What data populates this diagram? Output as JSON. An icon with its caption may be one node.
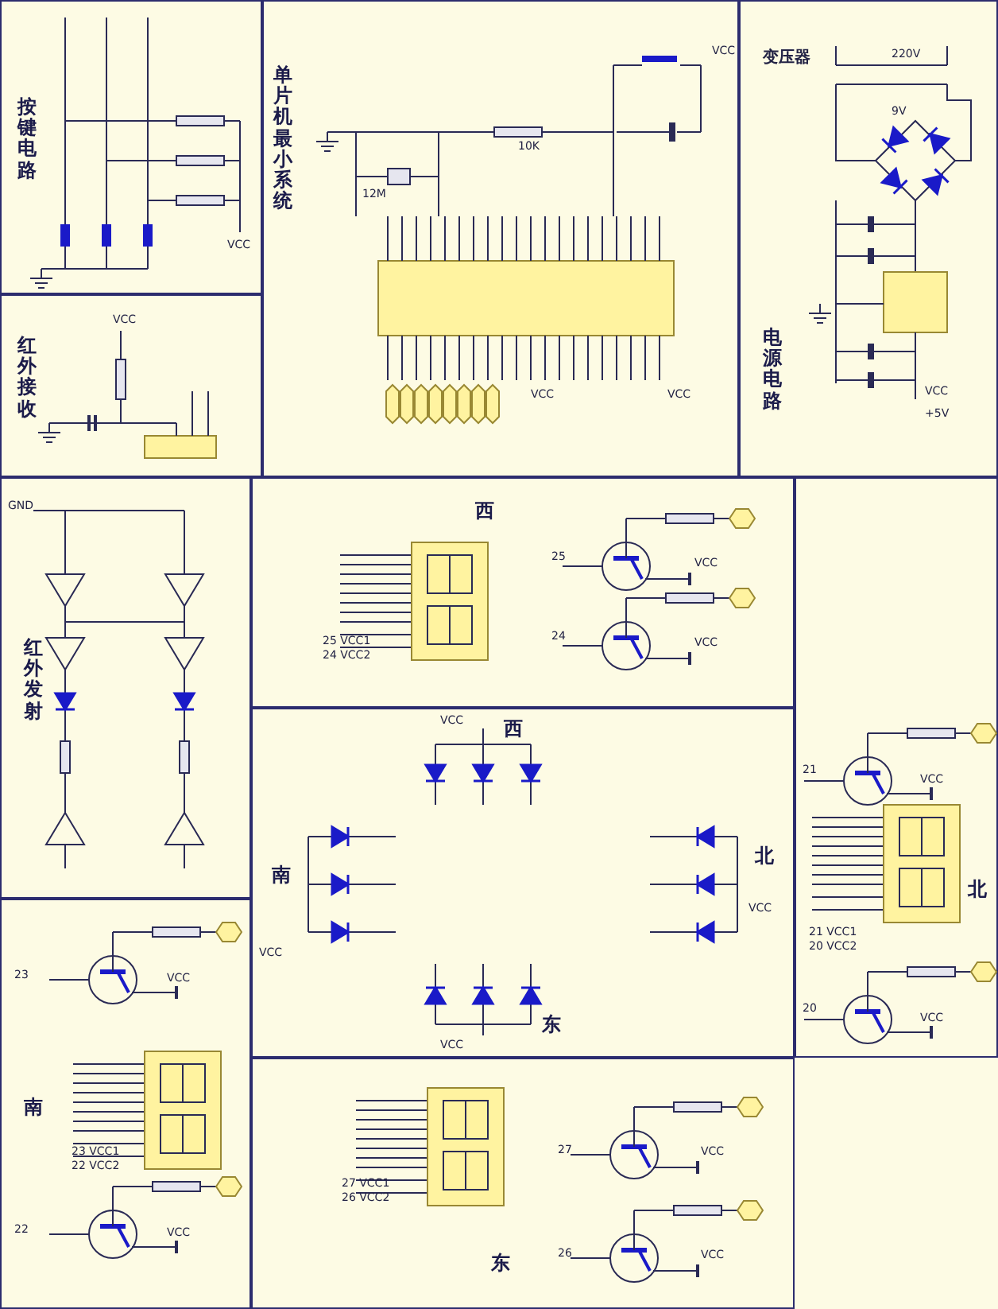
{
  "diagram": {
    "nodes": [
      {
        "text": [
          "按键电路"
        ]
      },
      {
        "text": [
          "红外接收"
        ]
      },
      {
        "text": [
          "单片机最小系统"
        ]
      },
      {
        "text": [
          "电源电路"
        ]
      },
      {
        "text": [
          "红外发射"
        ]
      },
      {
        "text": [
          "西"
        ]
      },
      {
        "text": [
          "西",
          "北",
          "南",
          "东"
        ]
      },
      {
        "text": [
          "北"
        ]
      },
      {
        "text": [
          "南"
        ]
      },
      {
        "text": [
          "东"
        ]
      }
    ],
    "labels": [
      "VCC",
      "VCC",
      "VCC",
      "12M",
      "10K",
      "VCC",
      "VCC",
      "变压器",
      "220V",
      "9V",
      "VCC",
      "+5V",
      "GND",
      "25",
      "24",
      "VCC",
      "VCC",
      "25 VCC1",
      "24 VCC2",
      "VCC",
      "VCC",
      "VCC",
      "VCC",
      "21",
      "20",
      "21 VCC1",
      "20 VCC2",
      "VCC",
      "VCC",
      "23",
      "22",
      "23 VCC1",
      "22 VCC2",
      "VCC",
      "VCC",
      "27",
      "26",
      "27 VCC1",
      "26 VCC2",
      "VCC",
      "VCC"
    ]
  }
}
